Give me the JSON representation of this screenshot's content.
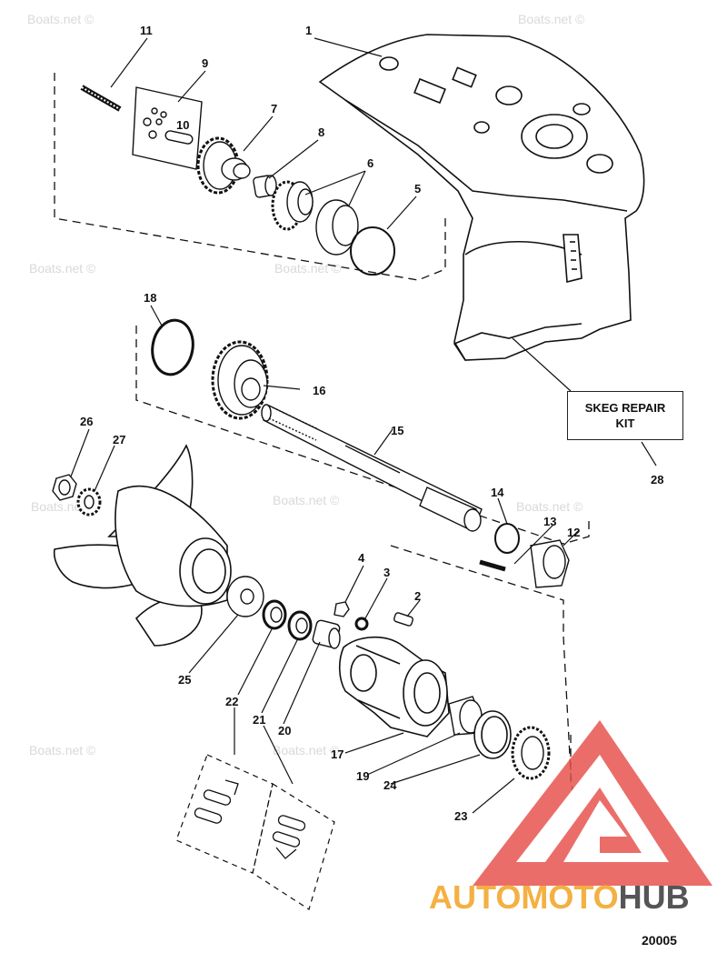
{
  "watermark": "Boats.net ©",
  "figure_number": "20005",
  "skeg_box": {
    "line1": "SKEG REPAIR",
    "line2": "KIT"
  },
  "brand": {
    "part1": "AUTOMOTO",
    "part2": "HUB"
  },
  "callouts": {
    "c1": "1",
    "c2": "2",
    "c3": "3",
    "c4": "4",
    "c5": "5",
    "c6": "6",
    "c7": "7",
    "c8": "8",
    "c9": "9",
    "c10": "10",
    "c11": "11",
    "c12": "12",
    "c13": "13",
    "c14": "14",
    "c15": "15",
    "c16": "16",
    "c17": "17",
    "c18": "18",
    "c19": "19",
    "c20": "20",
    "c21": "21",
    "c22": "22",
    "c23": "23",
    "c24": "24",
    "c25": "25",
    "c26": "26",
    "c27": "27",
    "c28": "28"
  },
  "colors": {
    "line": "#111111",
    "logo_red": "#e8534f",
    "brand_orange": "#f4b042",
    "brand_gray": "#555555",
    "watermark": "#d9d9d9"
  }
}
